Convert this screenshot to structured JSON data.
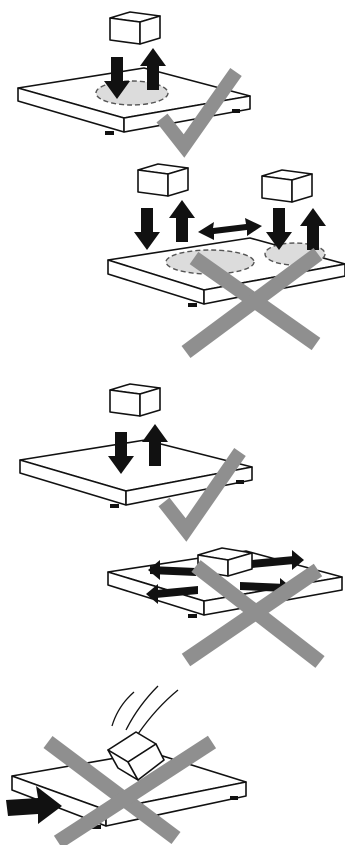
{
  "colors": {
    "background": "#ffffff",
    "outline": "#111111",
    "scale_fill": "#ffffff",
    "arrow": "#111111",
    "check": "#8f8f8f",
    "cross": "#8f8f8f",
    "load_area": "#dcdcdc"
  },
  "panels": [
    {
      "id": "centered-load",
      "verdict": "correct",
      "icons": [
        "scale",
        "weight-box",
        "down-arrow",
        "up-arrow",
        "checkmark-icon"
      ]
    },
    {
      "id": "off-center-loads",
      "verdict": "incorrect",
      "icons": [
        "scale",
        "weight-box",
        "weight-box",
        "down-arrow",
        "up-arrow",
        "double-arrow",
        "cross-icon"
      ]
    },
    {
      "id": "vertical-load",
      "verdict": "correct",
      "icons": [
        "scale",
        "weight-box",
        "down-arrow",
        "up-arrow",
        "checkmark-icon"
      ]
    },
    {
      "id": "side-forces",
      "verdict": "incorrect",
      "icons": [
        "scale",
        "weight-box",
        "side-arrows",
        "cross-icon"
      ]
    },
    {
      "id": "drop-and-impact",
      "verdict": "incorrect",
      "icons": [
        "scale",
        "falling-box",
        "impact-arrow",
        "cross-icon"
      ]
    }
  ]
}
